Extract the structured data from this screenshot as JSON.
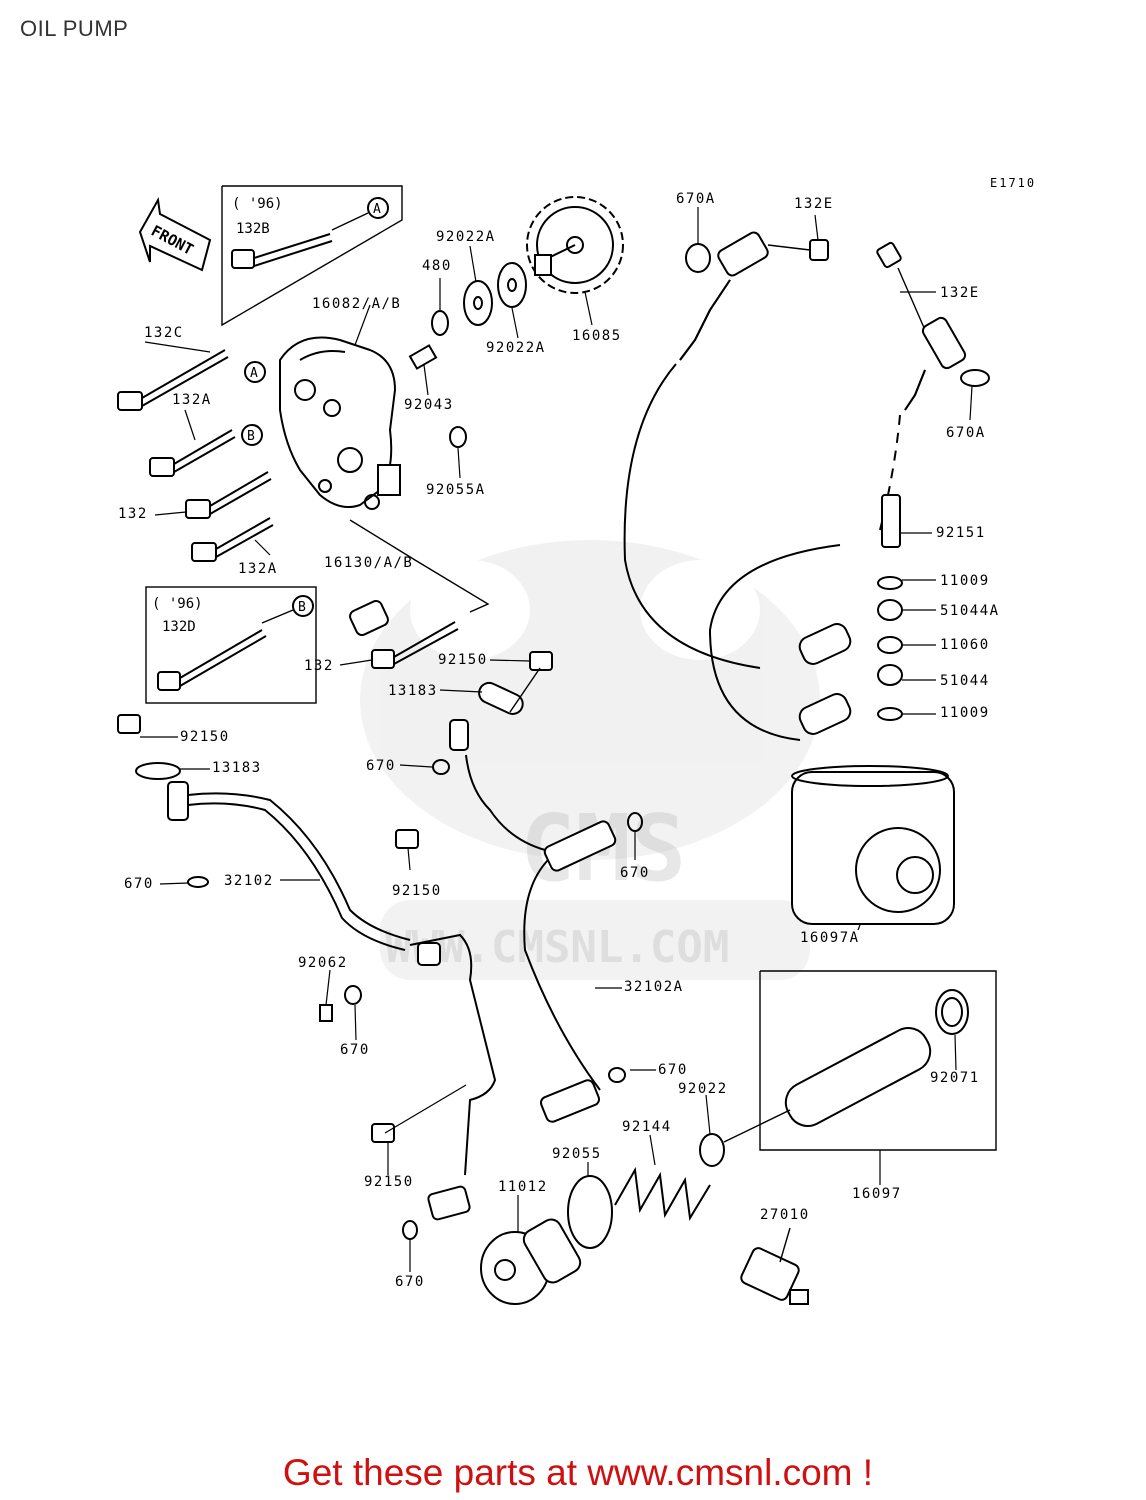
{
  "title": "OIL PUMP",
  "diagram_code": "E1710",
  "watermark": "WWW.CMSNL.COM",
  "watermark_logo": "CMS",
  "front_arrow_label": "FRONT",
  "inset_96_top": {
    "year": "( '96)",
    "part": "132B",
    "ref": "A"
  },
  "inset_96_left": {
    "year": "( '96)",
    "part": "132D",
    "ref": "B"
  },
  "ref_a": "A",
  "ref_b": "B",
  "labels": [
    "132C",
    "132A",
    "132",
    "132A",
    "16082/A/B",
    "480",
    "92022A",
    "92022A",
    "16085",
    "92043",
    "92055A",
    "16130/A/B",
    "132",
    "92150",
    "13183",
    "92150",
    "13183",
    "670",
    "670",
    "32102",
    "92150",
    "670",
    "92062",
    "670",
    "32102A",
    "670",
    "92022",
    "92071",
    "16097A",
    "92150",
    "92055",
    "92144",
    "11012",
    "670",
    "16097",
    "27010",
    "670A",
    "132E",
    "132E",
    "670A",
    "92151",
    "11009",
    "51044A",
    "11060",
    "51044",
    "11009"
  ],
  "footer": "Get these parts at www.cmsnl.com !"
}
